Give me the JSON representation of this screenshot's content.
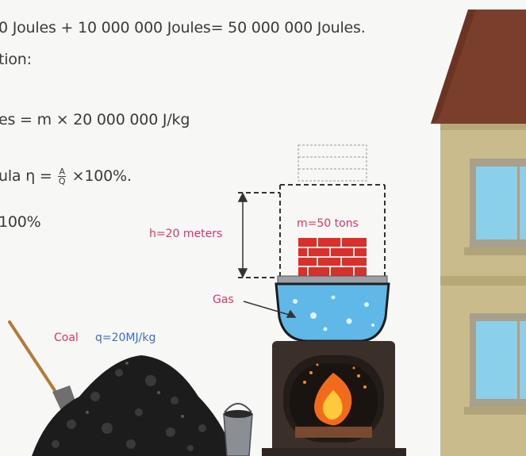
{
  "text": {
    "line1": "0 Joules + 10 000 000 Joules= 50 000 000 Joules.",
    "line2": "tion:",
    "line3": "es = m × 20 000 000 J/kg",
    "line4_prefix": "ula η = ",
    "frac_num": "A",
    "frac_den": "Q",
    "line4_suffix": " ×100%.",
    "line5": "100%"
  },
  "labels": {
    "height": "h=20 meters",
    "mass": "m=50 tons",
    "gas": "Gas",
    "coal": "Coal",
    "heat": "q=20MJ/kg"
  },
  "colors": {
    "label_pink": "#e0326e",
    "label_blue": "#3a6fd1",
    "roof": "#7a3e2c",
    "wall": "#c9bb8c",
    "window": "#8ad0ea",
    "brick": "#d9302c",
    "water": "#5fb8e8",
    "stove": "#3b2f2a",
    "fire": "#f26a1b"
  }
}
